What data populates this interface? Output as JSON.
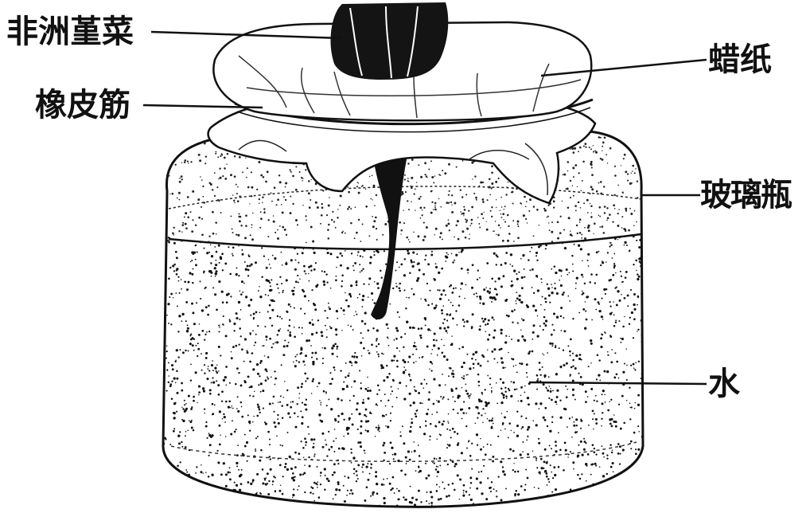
{
  "labels": {
    "african_violet": "非洲堇菜",
    "wax_paper": "蜡纸",
    "rubber_band": "橡皮筋",
    "glass_jar": "玻璃瓶",
    "water": "水"
  },
  "colors": {
    "ink": "#111111",
    "background": "#ffffff"
  }
}
